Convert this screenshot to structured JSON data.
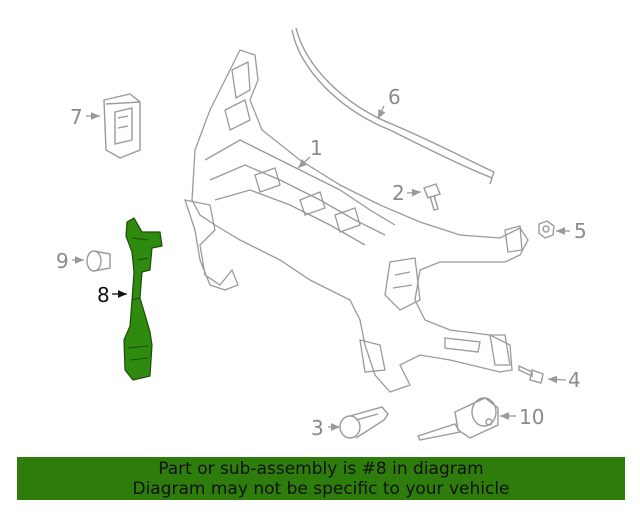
{
  "colors": {
    "part_line": "#9a9a9a",
    "callout_text": "#8a8a8a",
    "highlight_fill": "#2e8b0f",
    "highlight_stroke": "#1d4d08",
    "highlight_label": "#111111",
    "banner_bg": "#2e7d0c"
  },
  "callouts": {
    "c1": "1",
    "c2": "2",
    "c3": "3",
    "c4": "4",
    "c5": "5",
    "c6": "6",
    "c7": "7",
    "c8": "8",
    "c9": "9",
    "c10": "10"
  },
  "highlighted_part": "8",
  "banner": {
    "line1": "Part or sub-assembly is #8 in diagram",
    "line2": "Diagram may not be specific to your vehicle"
  }
}
